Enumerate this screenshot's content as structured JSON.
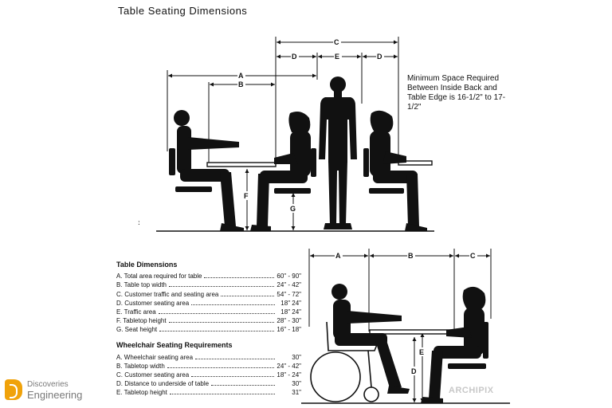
{
  "title": "Table Seating Dimensions",
  "note": "Minimum Space Required Between Inside Back and Table Edge is 16-1/2\" to 17-1/2\"",
  "dimension_letters": {
    "a": "A",
    "b": "B",
    "c": "C",
    "d": "D",
    "e": "E",
    "f": "F",
    "g": "G"
  },
  "table_dimensions": {
    "heading": "Table Dimensions",
    "rows": [
      {
        "label": "A. Total area required for table",
        "value": "60\" - 90\""
      },
      {
        "label": "B. Table top width",
        "value": "24\" - 42\""
      },
      {
        "label": "C. Customer traffic and seating area",
        "value": "54\" - 72\""
      },
      {
        "label": "D. Customer seating area",
        "value": "18\" 24\""
      },
      {
        "label": "E. Traffic area",
        "value": "18\" 24\""
      },
      {
        "label": "F. Tabletop height",
        "value": "28\" - 30\""
      },
      {
        "label": "G. Seat height",
        "value": "16\" - 18\""
      }
    ]
  },
  "wheelchair_requirements": {
    "heading": "Wheelchair Seating Requirements",
    "rows": [
      {
        "label": "A. Wheelchair seating area",
        "value": "30\""
      },
      {
        "label": "B. Tabletop width",
        "value": "24\" - 42\""
      },
      {
        "label": "C. Customer seating area",
        "value": "18\" - 24\""
      },
      {
        "label": "D. Distance to underside of table",
        "value": "30\""
      },
      {
        "label": "E. Tabletop height",
        "value": "31\""
      }
    ]
  },
  "logo": {
    "line1": "Discoveries",
    "line2": "Engineering"
  },
  "watermark": "ARCHIPIX",
  "colors": {
    "ink": "#111111",
    "logo_accent": "#f0a20a"
  }
}
